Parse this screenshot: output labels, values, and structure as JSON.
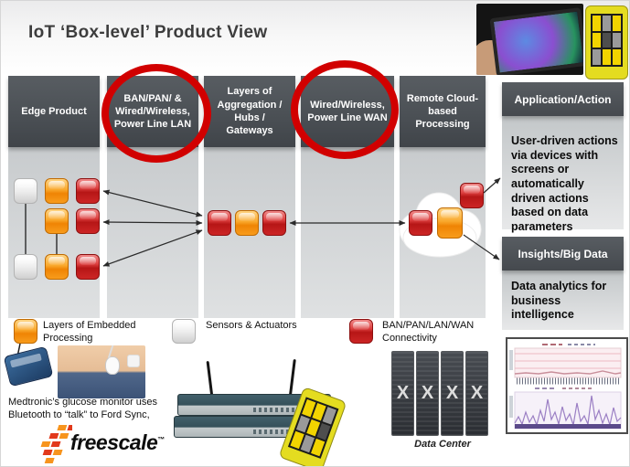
{
  "title": "IoT ‘Box-level’ Product View",
  "columns": [
    {
      "label": "Edge Product",
      "circled": false
    },
    {
      "label": "BAN/PAN/ & Wired/Wireless, Power Line LAN",
      "circled": true
    },
    {
      "label": "Layers of Aggregation / Hubs / Gateways",
      "circled": false
    },
    {
      "label": "Wired/Wireless, Power Line WAN",
      "circled": true
    },
    {
      "label": "Remote Cloud-based Processing",
      "circled": false
    }
  ],
  "right_panel": {
    "application": {
      "header": "Application/Action",
      "body": "User-driven actions via devices with screens or automatically driven actions based on data parameters"
    },
    "insights": {
      "header": "Insights/Big Data",
      "body": "Data analytics for business intelligence"
    }
  },
  "legend": [
    {
      "label": "Layers of Embedded Processing",
      "color": "#f7941d"
    },
    {
      "label": "Sensors & Actuators",
      "color": "#eeeeee"
    },
    {
      "label": "BAN/PAN/LAN/WAN Connectivity",
      "color": "#c41a1a"
    }
  ],
  "captions": {
    "medtronic": "Medtronic’s glucose monitor uses Bluetooth to “talk” to Ford Sync,",
    "data_center": "Data Center"
  },
  "brand": {
    "name": "freescale",
    "tm": "™"
  },
  "colors": {
    "ring_red": "#d10000",
    "header_gray": "#4a4f54",
    "box_red": "#c41a1a",
    "box_orange": "#f7941d",
    "box_white": "#f2f2f2"
  }
}
